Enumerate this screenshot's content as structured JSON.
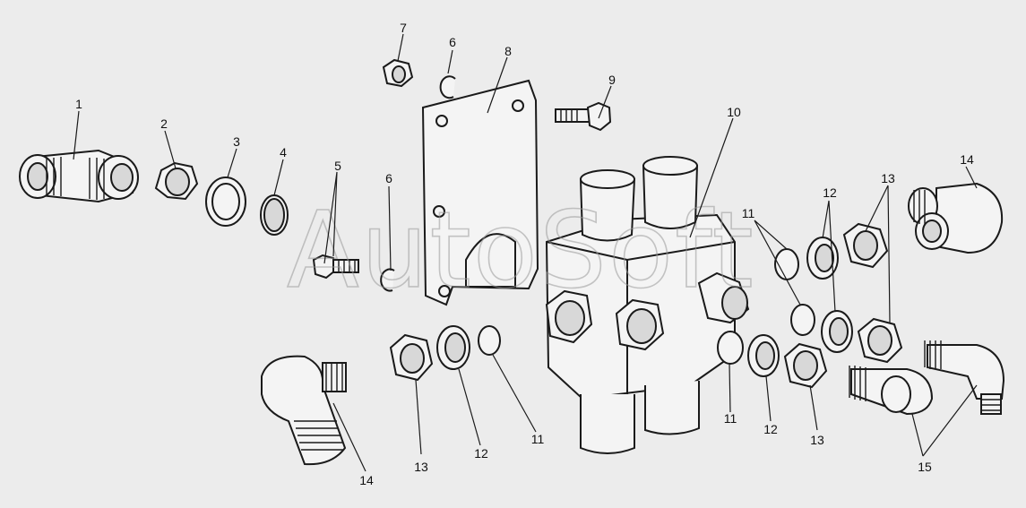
{
  "watermark": "AutoSoft",
  "callouts": {
    "c1": "1",
    "c2": "2",
    "c3": "3",
    "c4": "4",
    "c5": "5",
    "c6a": "6",
    "c6b": "6",
    "c7": "7",
    "c8": "8",
    "c9": "9",
    "c10": "10",
    "c11a": "11",
    "c11b": "11",
    "c11c": "11",
    "c12a": "12",
    "c12b": "12",
    "c12c": "12",
    "c13a": "13",
    "c13b": "13",
    "c13c": "13",
    "c14a": "14",
    "c14b": "14",
    "c15": "15"
  },
  "colors": {
    "background": "#ececec",
    "line": "#1a1a1a",
    "watermark": "#9a9a9a"
  }
}
